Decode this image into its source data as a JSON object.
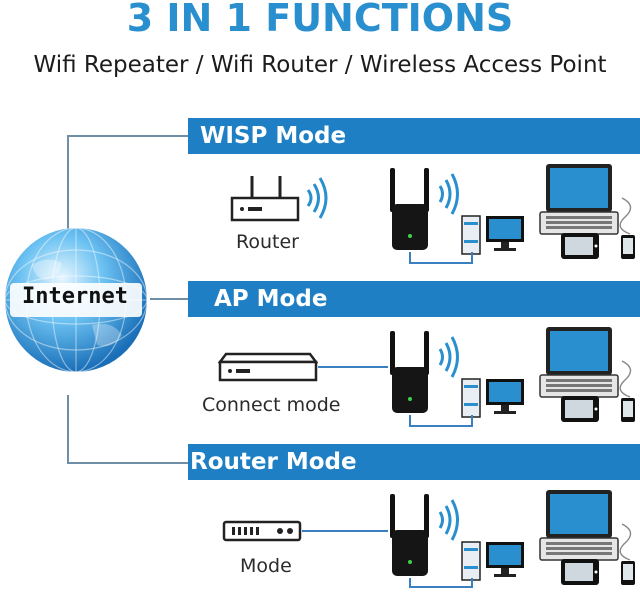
{
  "header": {
    "title": "3 IN 1 FUNCTIONS",
    "subtitle": "Wifi Repeater / Wifi Router / Wireless Access Point"
  },
  "globe": {
    "label": "Internet"
  },
  "modes": [
    {
      "title": "WISP Mode",
      "device_label": "Router",
      "device_icon": "wifi-router-icon"
    },
    {
      "title": "AP Mode",
      "device_label": "Connect mode",
      "device_icon": "switch-icon"
    },
    {
      "title": "Router Mode",
      "device_label": "Mode",
      "device_icon": "modem-icon"
    }
  ],
  "colors": {
    "accent": "#2a8fce",
    "bar": "#1f7fc4",
    "wire": "#6e8fa6"
  }
}
